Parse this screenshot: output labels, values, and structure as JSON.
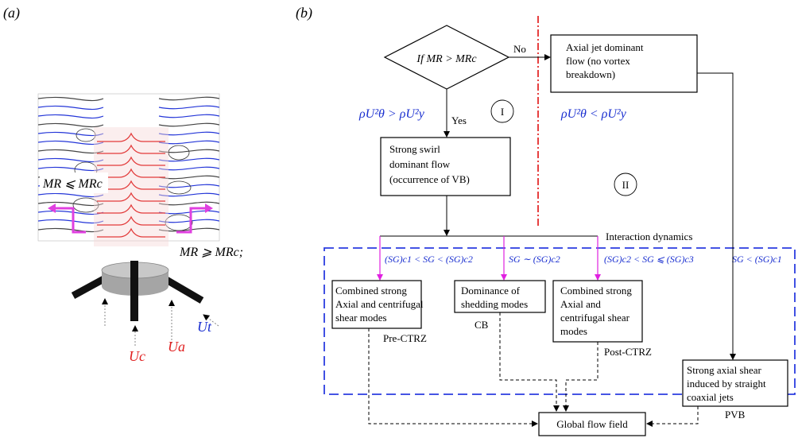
{
  "panel_a": {
    "label": "(a)",
    "annotations": {
      "mr_le": "MR ⩽ MRc",
      "mr_ge": "MR ⩾ MRc;",
      "uc": "Uc",
      "ua": "Ua",
      "ut": "Ut"
    },
    "colors": {
      "streamlines": "#2436d8",
      "profiles": "#e23a3a",
      "contours": "#333333",
      "arrows": "#e040e0"
    }
  },
  "panel_b": {
    "label": "(b)",
    "decision": "If MR > MRc",
    "no_label": "No",
    "yes_label": "Yes",
    "eq_left": "ρU²θ > ρU²y",
    "eq_right": "ρU²θ < ρU²y",
    "region_1": "I",
    "region_2": "II",
    "axial_box": [
      "Axial jet dominant",
      "flow (no vortex",
      "breakdown)"
    ],
    "swirl_box": [
      "Strong swirl",
      "dominant flow",
      "(occurrence of VB)"
    ],
    "interaction": "Interaction dynamics",
    "cond_1": "(SG)c1 < SG < (SG)c2",
    "cond_2": "SG ∼ (SG)c2",
    "cond_3": "(SG)c2 < SG ⩽ (SG)c3",
    "cond_4": "SG < (SG)c1",
    "box_precrtz": [
      "Combined strong",
      "Axial and centrifugal",
      "shear modes"
    ],
    "box_cb": [
      "Dominance of",
      "shedding modes"
    ],
    "box_postcrtz": [
      "Combined strong",
      "Axial and",
      "centrifugal shear",
      "modes"
    ],
    "box_pvb": [
      "Strong axial shear",
      "induced by straight",
      "coaxial jets"
    ],
    "tag_precrtz": "Pre-CTRZ",
    "tag_cb": "CB",
    "tag_postcrtz": "Post-CTRZ",
    "tag_pvb": "PVB",
    "global": "Global flow field",
    "colors": {
      "dash_box": "#2b3de0",
      "divider": "#e01010",
      "magenta": "#e020e0",
      "blue_text": "#1a2fd0"
    }
  }
}
